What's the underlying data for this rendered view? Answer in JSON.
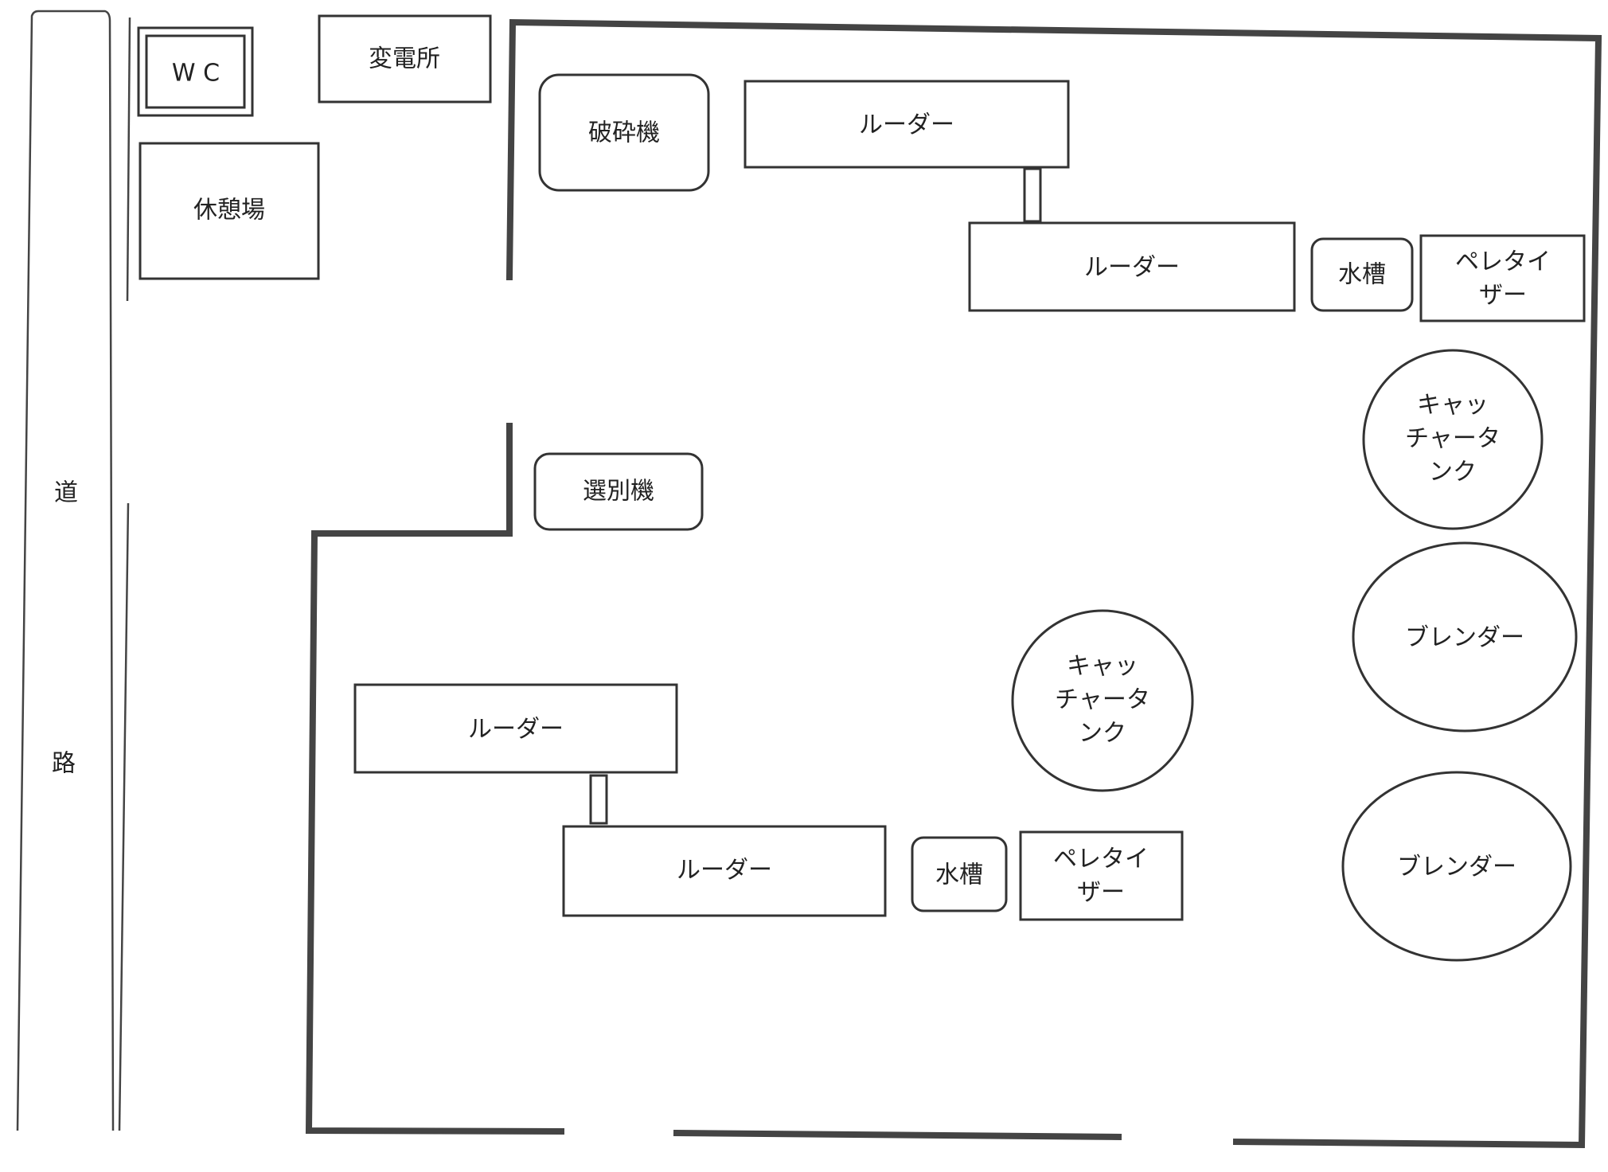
{
  "road": {
    "char1": "道",
    "char2": "路"
  },
  "wc": "W C",
  "substation": "変電所",
  "rest_area": "休憩場",
  "crusher": "破砕機",
  "sorter": "選別機",
  "ruder": "ルーダー",
  "water_tank": "水槽",
  "pelletizer": [
    "ペレタイ",
    "ザー"
  ],
  "catcher_tank": [
    "キャッ",
    "チャータ",
    "ンク"
  ],
  "blender": "ブレンダー"
}
